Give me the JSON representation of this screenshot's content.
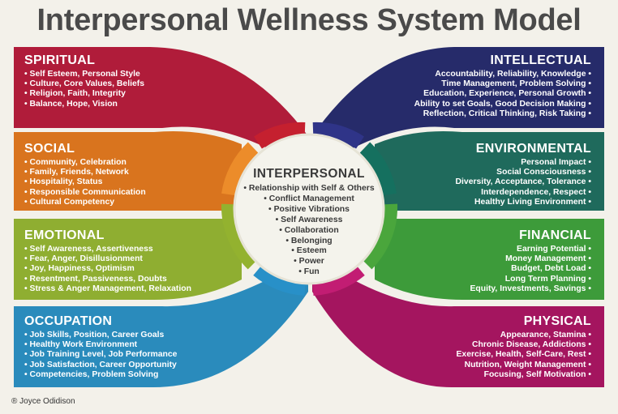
{
  "title": "Interpersonal Wellness System Model",
  "center": {
    "heading": "INTERPERSONAL",
    "items": [
      "Relationship with Self & Others",
      "Conflict Management",
      "Positive Vibrations",
      "Self Awareness",
      "Collaboration",
      "Belonging",
      "Esteem",
      "Power",
      "Fun"
    ]
  },
  "left": [
    {
      "heading": "SPIRITUAL",
      "color": "#b01c3a",
      "items": [
        "Self Esteem, Personal Style",
        "Culture, Core Values, Beliefs",
        "Religion, Faith, Integrity",
        "Balance, Hope, Vision"
      ]
    },
    {
      "heading": "SOCIAL",
      "color": "#d9741e",
      "items": [
        "Community, Celebration",
        "Family, Friends, Network",
        "Hospitality, Status",
        "Responsible Communication",
        "Cultural Competency"
      ]
    },
    {
      "heading": "EMOTIONAL",
      "color": "#8fae31",
      "items": [
        "Self Awareness, Assertiveness",
        "Fear, Anger, Disillusionment",
        "Joy, Happiness, Optimism",
        "Resentment, Passiveness, Doubts",
        "Stress & Anger Management, Relaxation"
      ]
    },
    {
      "heading": "OCCUPATION",
      "color": "#2a8bbc",
      "items": [
        "Job Skills, Position, Career Goals",
        "Healthy Work Environment",
        "Job Training Level, Job Performance",
        "Job Satisfaction, Career Opportunity",
        "Competencies, Problem Solving"
      ]
    }
  ],
  "right": [
    {
      "heading": "INTELLECTUAL",
      "color": "#262b6a",
      "items": [
        "Accountability, Reliability, Knowledge",
        "Time Management, Problem Solving",
        "Education, Experience, Personal Growth",
        "Ability to set Goals, Good Decision Making",
        "Reflection, Critical Thinking, Risk Taking"
      ]
    },
    {
      "heading": "ENVIRONMENTAL",
      "color": "#1f6a5c",
      "items": [
        "Personal Impact",
        "Social Consciousness",
        "Diversity, Acceptance, Tolerance",
        "Interdependence, Respect",
        "Healthy Living Environment"
      ]
    },
    {
      "heading": "FINANCIAL",
      "color": "#3d9b3a",
      "items": [
        "Earning Potential",
        "Money Management",
        "Budget, Debt Load",
        "Long Term Planning",
        "Equity, Investments, Savings"
      ]
    },
    {
      "heading": "PHYSICAL",
      "color": "#a4155f",
      "items": [
        "Appearance, Stamina",
        "Chronic Disease, Addictions",
        "Exercise, Health, Self-Care, Rest",
        "Nutrition, Weight Management",
        "Focusing, Self Motivation"
      ]
    }
  ],
  "copyright": "® Joyce Odidison"
}
